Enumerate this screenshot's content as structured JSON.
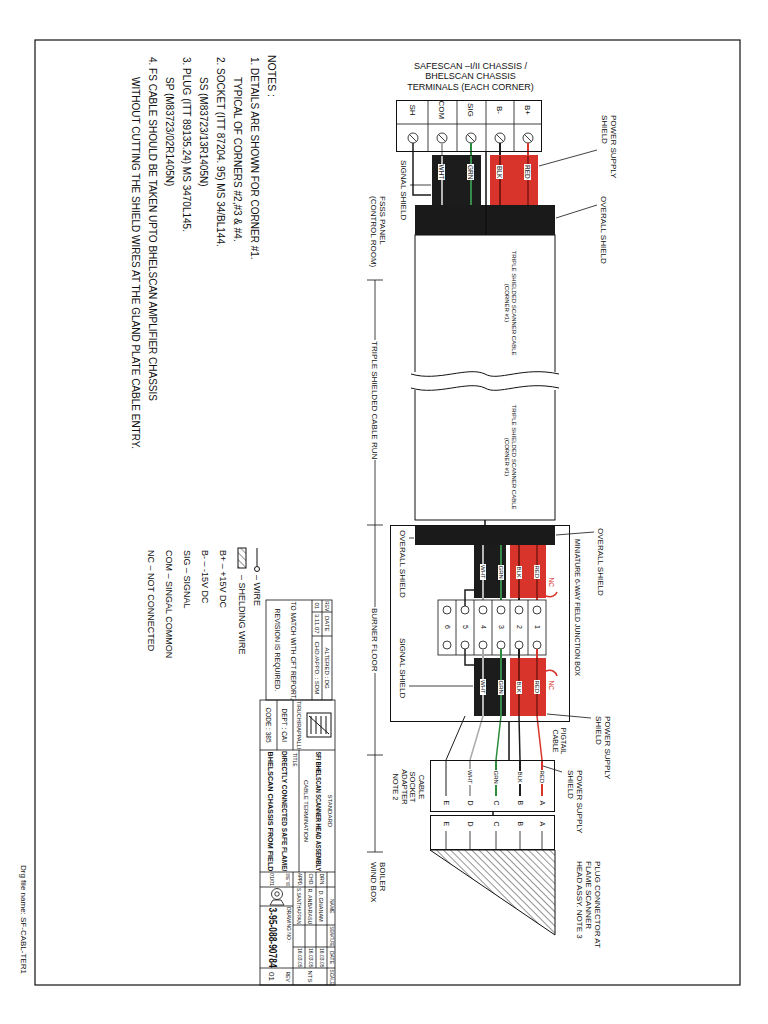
{
  "diagram": {
    "nodes": [
      {
        "text": [
          "SAFESCAN –I/II CHASSIS / BHELSCAN CHASSIS TERMINALS (EACH CORNER)"
        ]
      },
      {
        "text": [
          "TRIPLE SHIELDED SCANNER CABLE (CORNER #1)",
          "TRIPLE SHIELDED SCANNER CABLE (CORNER #1)"
        ]
      },
      {
        "text": [
          "MINIATURE 6-WAY FIELD JUNCTION BOX"
        ]
      },
      {
        "text": [
          "CABLE SOCKET ADAPTER NOTE 2"
        ]
      },
      {
        "text": [
          "PLUG CONNECTOR AT FLAME SCANNER HEAD ASSY. NOTE 3"
        ]
      }
    ],
    "edges": [
      {
        "from": 0,
        "to": 1,
        "arrow": "none"
      },
      {
        "from": 1,
        "to": 2,
        "arrow": "none"
      },
      {
        "from": 2,
        "to": 3,
        "label": "PIGTAIL CABLE",
        "arrow": "none"
      },
      {
        "from": 3,
        "to": 4,
        "arrow": "none"
      }
    ],
    "labels": [
      "B+",
      "B-",
      "SIG",
      "COM",
      "SH",
      "RED",
      "BLK",
      "GRN",
      "WHT",
      "POWER SUPPLY SHIELD",
      "OVERALL SHIELD",
      "SIGNAL SHIELD",
      "FSSS PANEL (CONTROL ROOM)",
      "TRIPLE SHIELDED CABLE RUN",
      "BURNER FLOOR",
      "BOILER WIND BOX",
      "1",
      "2",
      "3",
      "4",
      "5",
      "6",
      "NC",
      "NC",
      "RED",
      "BLK",
      "GRN",
      "WHT",
      "RED",
      "BLK",
      "GRN",
      "WHT",
      "OVERALL SHIELD",
      "OVERALL SHIELD",
      "SIGNAL SHIELD",
      "POWER SUPPLY SHIELD",
      "POWER SUPPLY SHIELD",
      "RED",
      "BLK",
      "GRN",
      "WHT",
      "A",
      "B",
      "C",
      "D",
      "E",
      "A",
      "B",
      "C",
      "D",
      "E",
      "NOTES :",
      "1. DETAILS ARE SHOWN FOR CORNER #1.",
      "TYPICAL OF CORNERS #2,#3 & #4.",
      "2. SOCKET (ITT 87204. 95) MS 34/BL144.",
      "SS (M83723/13R1405N)",
      "3. PLUG (ITT 89135.24) MS 3470L145.",
      "SP (M83723/02R1405N)",
      "4. FS CABLE SHOULD BE TAKEN UPTO BHELSCAN AMPLIFIER CHASSIS",
      "WITHOUT CUTTING THE SHIELD WIRES AT THE GLAND PLATE CABLE ENTRY.",
      "B+ – +15V DC",
      "B- – -15V DC",
      "SIG – SIGNAL",
      "COM – SINGAL COMMON",
      "NC – NOT CONNECTED",
      "REV",
      "DATE",
      "ALTERED : DG",
      "01",
      "3.11.07",
      "CHD./APPD. : SDM",
      "TO MATCH WITH CFT REPORT,",
      "REVISION IS REQUIRED.",
      "TIRUCHIRAPPALLI",
      "DEPT : CAI",
      "CODE : 385",
      "STANDARD",
      "SF/ BHELSCAN SCANNER HEAD ASSEMBLY",
      "CABLE TERMINATION",
      "TITLE",
      "DIRECTLY CONNECTED SAFE FLAME/",
      "BHELSCAN CHASSIS FROM FIELD",
      "NAME",
      "SIGNATURE",
      "DATE",
      "SCALE",
      "DRN.",
      "D. GNANAM",
      "16.03.05",
      "CHD.",
      "R. ANBARASU",
      "16.03.05",
      "APPD.",
      "S.SANTHAPPAN",
      "16.03.05",
      "NTS",
      "SHEET NO.",
      "01/01",
      "DRAWING NO :",
      "3-95-088-90784",
      "REV",
      "01",
      "Drg file name: SF-CABL-TER1"
    ],
    "legend": [
      {
        "text": "– WIRE"
      },
      {
        "text": "– SHELDING WIRE"
      }
    ]
  }
}
